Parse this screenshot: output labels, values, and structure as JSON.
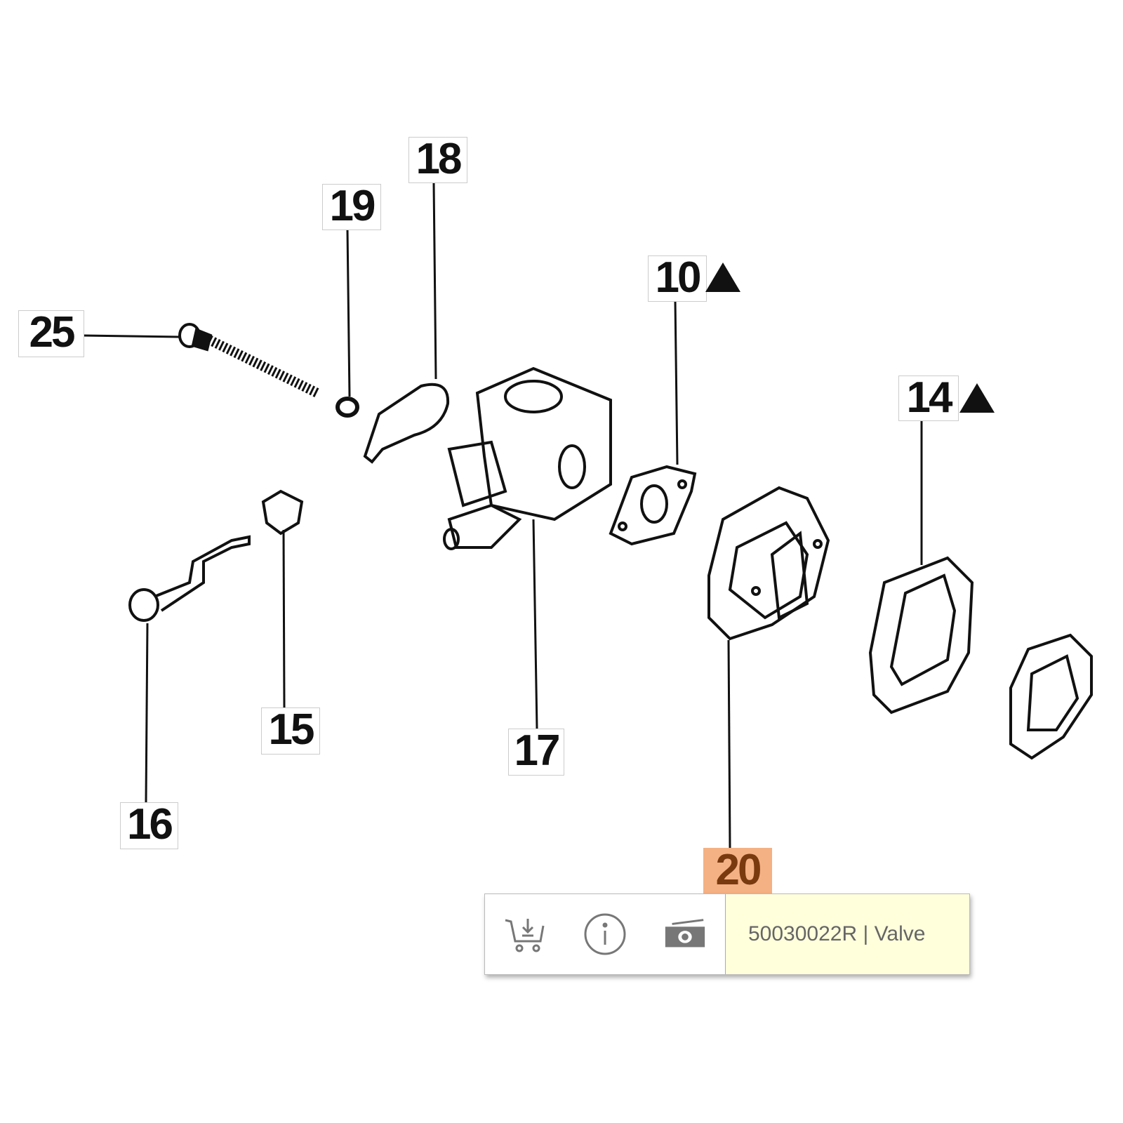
{
  "diagram": {
    "labels": {
      "p18": "18",
      "p19": "19",
      "p25": "25",
      "p10": "10",
      "p14": "14",
      "p15": "15",
      "p17": "17",
      "p16": "16",
      "p20": "20"
    },
    "active_label_color": "#f4b183"
  },
  "tooltip": {
    "text": "50030022R | Valve",
    "icons": [
      "add-to-cart-icon",
      "info-icon",
      "price-icon"
    ]
  }
}
